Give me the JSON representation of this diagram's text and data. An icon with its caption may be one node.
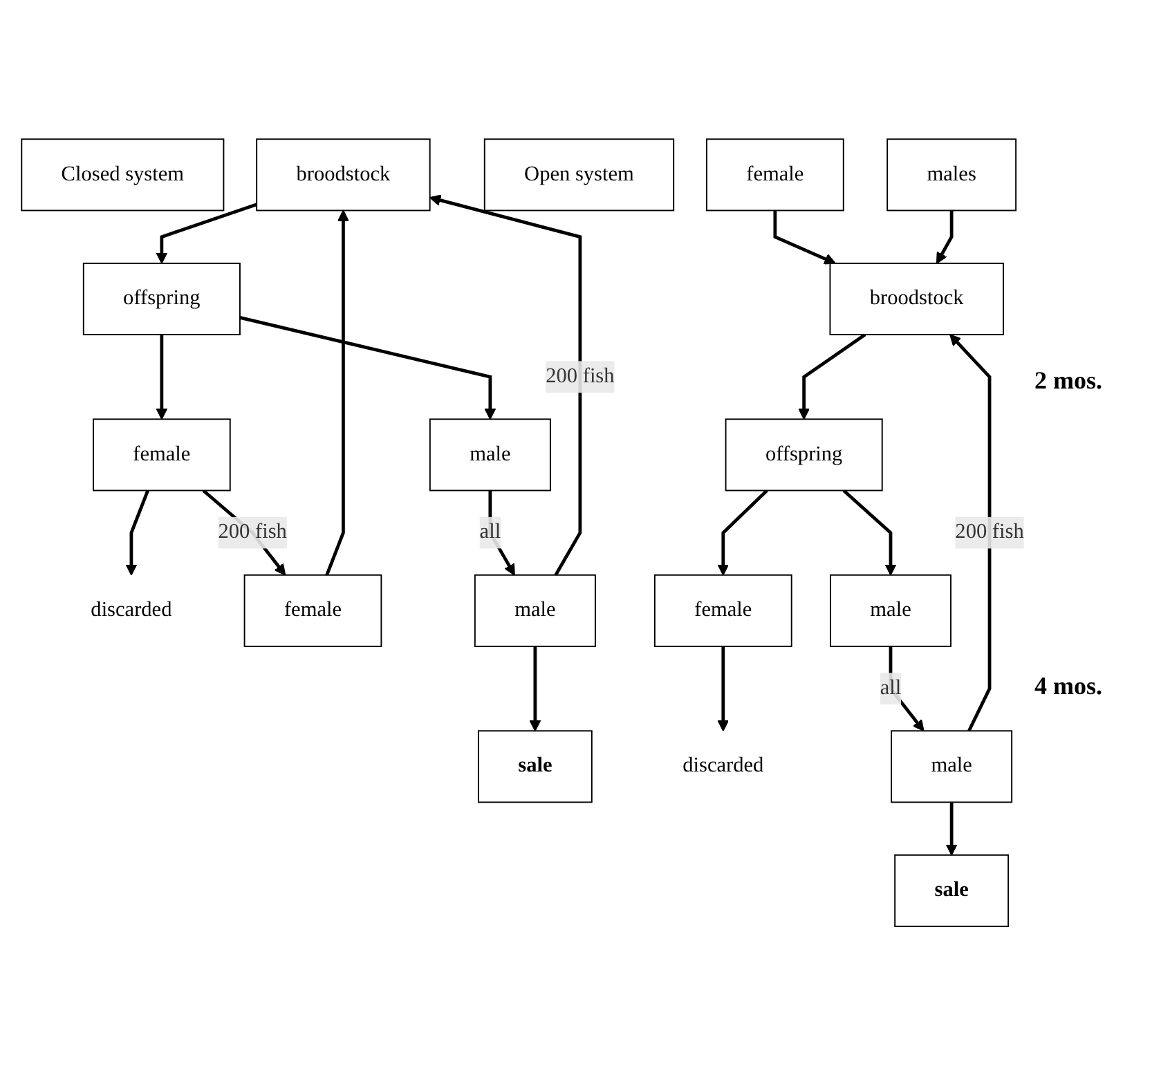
{
  "diagram": {
    "nodes": [
      {
        "text": [
          "Closed system"
        ]
      },
      {
        "text": [
          "Open system"
        ]
      },
      {
        "text": [
          "broodstock"
        ]
      },
      {
        "text": [
          "offspring"
        ]
      },
      {
        "text": [
          "discarded"
        ]
      },
      {
        "text": [
          "female"
        ]
      },
      {
        "text": [
          "male"
        ]
      },
      {
        "text": [
          "female"
        ]
      },
      {
        "text": [
          "male"
        ]
      },
      {
        "text": [
          "sale"
        ]
      },
      {
        "text": [
          "female"
        ]
      },
      {
        "text": [
          "broodstock"
        ]
      },
      {
        "text": [
          "males"
        ]
      },
      {
        "text": [
          "offspring"
        ]
      },
      {
        "text": [
          "discarded"
        ]
      },
      {
        "text": [
          "female"
        ]
      },
      {
        "text": [
          "male"
        ]
      },
      {
        "text": [
          "male"
        ]
      },
      {
        "text": [
          "sale"
        ]
      }
    ],
    "edges": [
      {
        "from": 2,
        "to": 3,
        "arrow": "to"
      },
      {
        "from": 3,
        "to": 5,
        "arrow": "to"
      },
      {
        "from": 3,
        "to": 6,
        "arrow": "to"
      },
      {
        "from": 5,
        "to": 4,
        "arrow": "to"
      },
      {
        "from": 5,
        "to": 7,
        "arrow": "to",
        "label": "200 fish"
      },
      {
        "from": 6,
        "to": 8,
        "arrow": "to",
        "label": "all"
      },
      {
        "from": 7,
        "to": 2,
        "arrow": "to"
      },
      {
        "from": 8,
        "to": 2,
        "arrow": "to",
        "label": "200 fish"
      },
      {
        "from": 8,
        "to": 9,
        "arrow": "to"
      },
      {
        "from": 10,
        "to": 11,
        "arrow": "to"
      },
      {
        "from": 12,
        "to": 11,
        "arrow": "to"
      },
      {
        "from": 11,
        "to": 13,
        "arrow": "to"
      },
      {
        "from": 13,
        "to": 15,
        "arrow": "to"
      },
      {
        "from": 13,
        "to": 16,
        "arrow": "to"
      },
      {
        "from": 15,
        "to": 14,
        "arrow": "to"
      },
      {
        "from": 16,
        "to": 17,
        "arrow": "to",
        "label": "all"
      },
      {
        "from": 17,
        "to": 11,
        "arrow": "to",
        "label": "200 fish"
      },
      {
        "from": 17,
        "to": 18,
        "arrow": "to"
      }
    ],
    "labels": [
      "2 mos.",
      "4 mos."
    ]
  }
}
